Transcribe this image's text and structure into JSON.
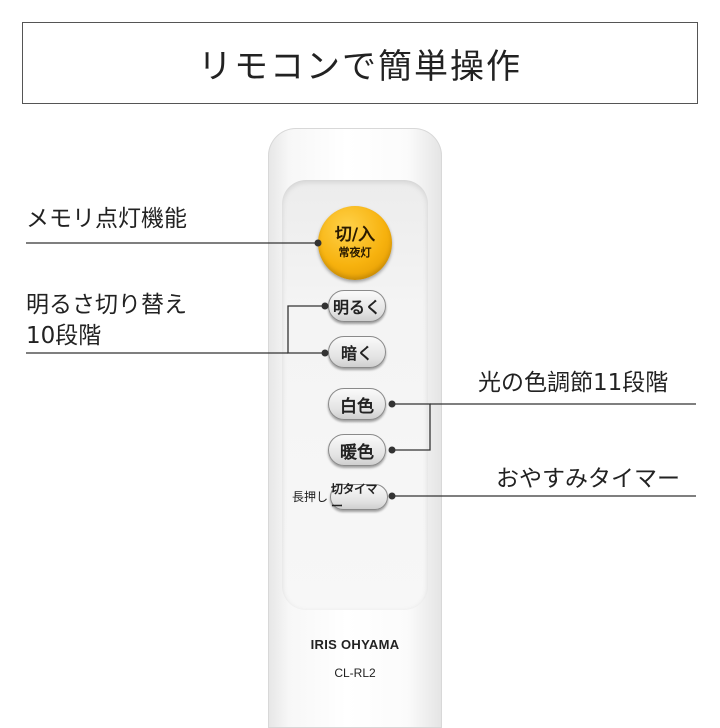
{
  "title": "リモコンで簡単操作",
  "callouts": {
    "memory": "メモリ点灯機能",
    "brightness_line1": "明るさ切り替え",
    "brightness_line2": "10段階",
    "color": "光の色調節11段階",
    "timer": "おやすみタイマー"
  },
  "remote": {
    "power_button_line1": "切/入",
    "power_button_line2": "常夜灯",
    "brighter_button": "明るく",
    "darker_button": "暗く",
    "white_button": "白色",
    "warm_button": "暖色",
    "long_press_label": "長押し",
    "timer_button": "切タイマー",
    "brand": "IRIS OHYAMA",
    "model": "CL-RL2"
  },
  "colors": {
    "power_button": "#f7b20e",
    "line": "#333333"
  }
}
